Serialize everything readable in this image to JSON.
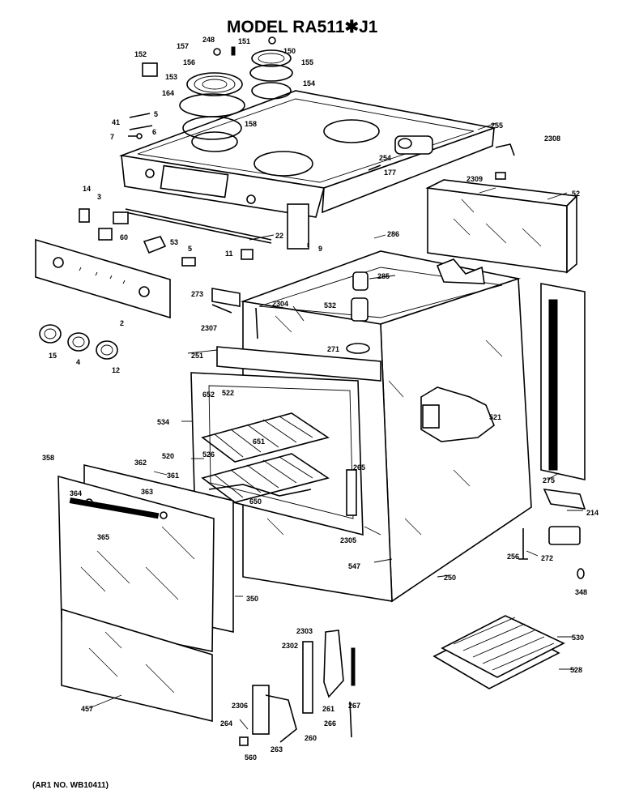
{
  "title": "MODEL RA511✱J1",
  "footer": "(AR1 NO. WB10411)",
  "parts": [
    "157",
    "248",
    "151",
    "150",
    "152",
    "156",
    "155",
    "153",
    "164",
    "154",
    "158",
    "5",
    "41",
    "6",
    "7",
    "255",
    "2308",
    "254",
    "177",
    "2309",
    "52",
    "14",
    "3",
    "60",
    "53",
    "5",
    "22",
    "9",
    "286",
    "11",
    "2",
    "285",
    "273",
    "2304",
    "532",
    "2307",
    "271",
    "251",
    "15",
    "4",
    "12",
    "652",
    "522",
    "534",
    "651",
    "526",
    "521",
    "520",
    "650",
    "358",
    "362",
    "361",
    "363",
    "364",
    "365",
    "265",
    "275",
    "214",
    "2305",
    "256",
    "272",
    "547",
    "250",
    "348",
    "350",
    "2303",
    "530",
    "2302",
    "261",
    "267",
    "528",
    "457",
    "2306",
    "264",
    "266",
    "260",
    "263",
    "560"
  ]
}
